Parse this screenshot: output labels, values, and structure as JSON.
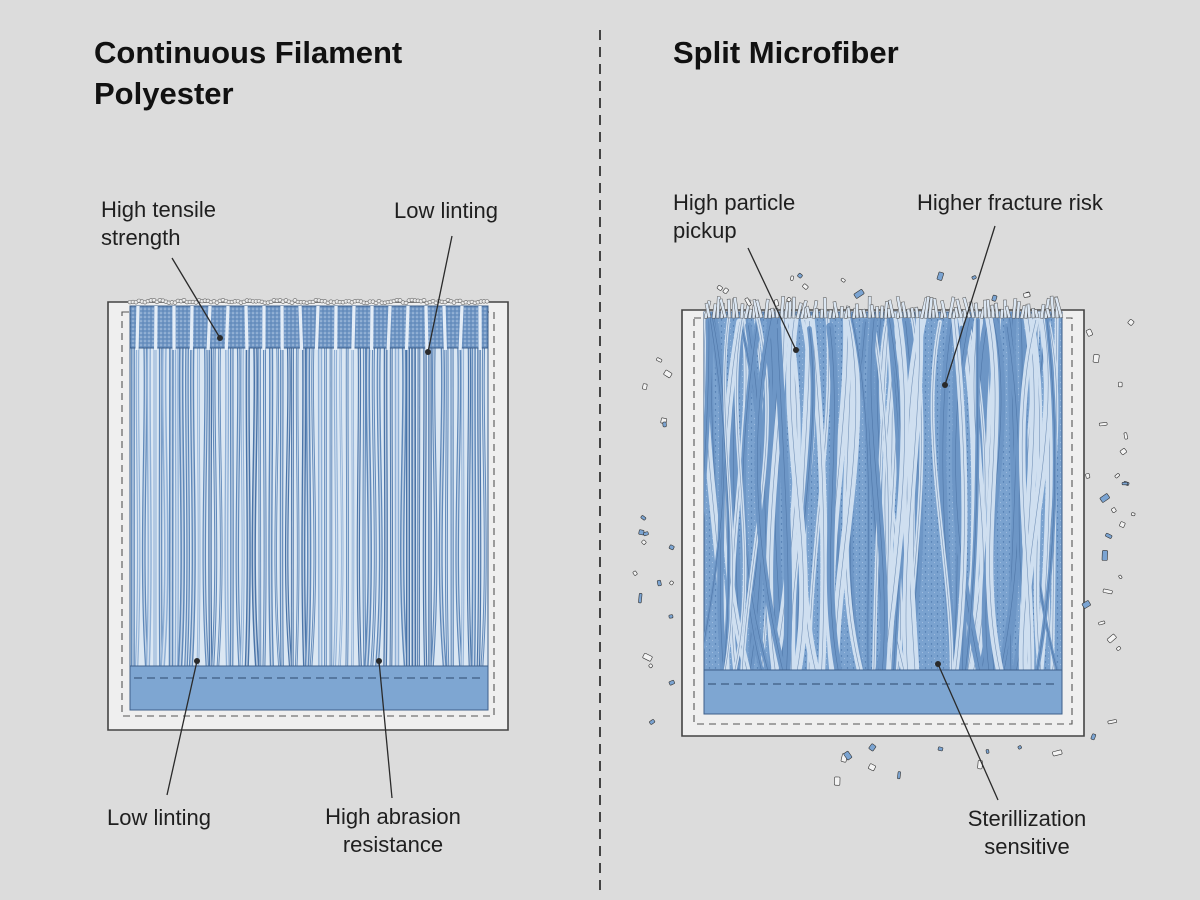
{
  "left": {
    "title_line1": "Continuous Filament",
    "title_line2": "Polyester",
    "labels": {
      "tensile_line1": "High tensile",
      "tensile_line2": "strength",
      "linting_top": "Low linting",
      "linting_bottom": "Low linting",
      "abrasion_line1": "High abrasion",
      "abrasion_line2": "resistance"
    }
  },
  "right": {
    "title": "Split Microfiber",
    "labels": {
      "pickup_line1": "High particle",
      "pickup_line2": "pickup",
      "fracture": "Higher fracture risk",
      "steril_line1": "Sterillization",
      "steril_line2": "sensitive"
    }
  },
  "colors": {
    "background": "#dcdcdc",
    "fiber_blue": "#6f98c8",
    "fiber_light": "#dce8f4",
    "frame": "#f0f0f0",
    "outline": "#444444"
  }
}
